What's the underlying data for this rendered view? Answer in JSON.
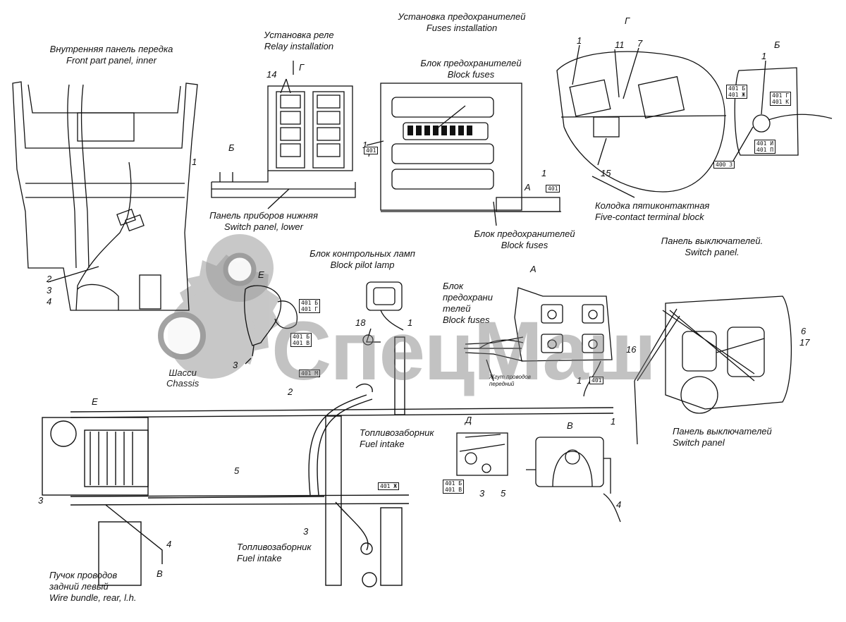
{
  "views": {
    "front_panel": {
      "ru": "Внутренняя панель передка",
      "en": "Front part panel, inner"
    },
    "relay": {
      "ru": "Установка реле",
      "en": "Relay installation"
    },
    "fuses_install": {
      "ru": "Установка предохранителей",
      "en": "Fuses installation"
    },
    "block_fuses_top": {
      "ru": "Блок предохранителей",
      "en": "Block fuses"
    },
    "switch_lower": {
      "ru": "Панель приборов нижняя",
      "en": "Switch panel, lower"
    },
    "block_fuses_bottom": {
      "ru": "Блок предохранителей",
      "en": "Block fuses"
    },
    "terminal_block": {
      "ru": "Колодка пятиконтактная",
      "en": "Five-contact terminal block"
    },
    "switch_panel_top": {
      "ru": "Панель выключателей.",
      "en": "Switch panel."
    },
    "pilot_lamp": {
      "ru": "Блок контрольных ламп",
      "en": "Block pilot lamp"
    },
    "block_fuses_a": {
      "l1": "Блок",
      "l2": "предохрани",
      "l3": "телей",
      "en": "Block fuses"
    },
    "chassis": {
      "ru": "Шасси",
      "en": "Chassis"
    },
    "fuel_intake_1": {
      "ru": "Топливозаборник",
      "en": "Fuel intake"
    },
    "fuel_intake_2": {
      "ru": "Топливозаборник",
      "en": "Fuel intake"
    },
    "switch_panel_bottom": {
      "ru": "Панель выключателей",
      "en": "Switch panel"
    },
    "wire_bundle": {
      "l1": "Пучок проводов",
      "l2": "задний левый",
      "en": "Wire bundle, rear, l.h."
    },
    "front_harness": {
      "l1": "Жгут проводов",
      "l2": "передний"
    }
  },
  "view_letters": {
    "g_top": "Г",
    "b_top": "Б",
    "g_relay": "Г",
    "b_relay": "Б",
    "a_fuse": "А",
    "a_view": "А",
    "e_view": "Е",
    "e_chassis": "Е",
    "d_view": "Д",
    "v_view": "В",
    "v_arrow": "В",
    "g_fuse": "Г"
  },
  "numbers": {
    "n1_front": "1",
    "n2": "2",
    "n3": "3",
    "n4": "4",
    "n14": "14",
    "n1_fuse": "1",
    "n1_fuse2": "1",
    "n1_g": "1",
    "n11": "11",
    "n7": "7",
    "n15": "15",
    "n1_b": "1",
    "n18": "18",
    "n1_lamp": "1",
    "n3_e": "3",
    "n1_a": "1",
    "n16": "16",
    "n6": "6",
    "n17": "17",
    "n1_sw": "1",
    "n2_ch": "2",
    "n5_ch": "5",
    "n3_ch": "3",
    "n3_ch2": "3",
    "n4_ch": "4",
    "n3_d": "3",
    "n5_d": "5",
    "n4_v": "4"
  },
  "wire_tags": {
    "t401b_e": "401 Б",
    "t401g_e": "401 Г",
    "t401b_e2": "401 Б",
    "t401v_e2": "401 В",
    "t401m": "401 М",
    "t401_fuse": "401",
    "t401_bot": "401",
    "t401b_g": "401 Б",
    "t401zh_g": "401 Ж",
    "t401g_g": "401 Г",
    "t401k_g": "401 К",
    "t401i_g": "401 И",
    "t401p_g": "401 П",
    "t400z": "400 З",
    "t401zh_ch": "401 Ж",
    "t401b_d": "401 Б",
    "t401v_d": "401 В",
    "t401_a": "401"
  },
  "watermark": "СпецМаш"
}
